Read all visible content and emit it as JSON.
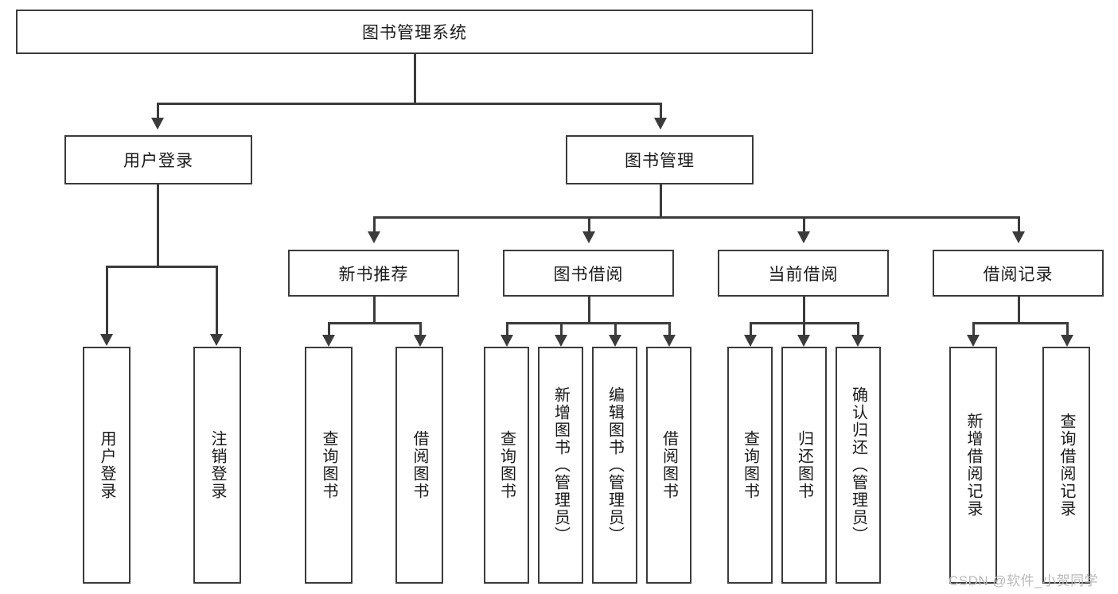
{
  "diagram": {
    "title_node": {
      "label": "图书管理系统"
    },
    "level1": [
      {
        "id": "user-login",
        "label": "用户登录"
      },
      {
        "id": "book-management",
        "label": "图书管理"
      }
    ],
    "level2": [
      {
        "id": "new-book-recommend",
        "label": "新书推荐"
      },
      {
        "id": "book-borrow",
        "label": "图书借阅"
      },
      {
        "id": "current-borrow",
        "label": "当前借阅"
      },
      {
        "id": "borrow-record",
        "label": "借阅记录"
      }
    ],
    "leaves": {
      "user_login": [
        {
          "id": "leaf-user-login",
          "label": "用户登录"
        },
        {
          "id": "leaf-logout-login",
          "label": "注销登录"
        }
      ],
      "new_book_recommend": [
        {
          "id": "leaf-query-book-1",
          "label": "查询图书"
        },
        {
          "id": "leaf-borrow-book-1",
          "label": "借阅图书"
        }
      ],
      "book_borrow": [
        {
          "id": "leaf-query-book-2",
          "label": "查询图书"
        },
        {
          "id": "leaf-add-book",
          "label": "新增图书（管理员）"
        },
        {
          "id": "leaf-edit-book",
          "label": "编辑图书（管理员）"
        },
        {
          "id": "leaf-borrow-book-2",
          "label": "借阅图书"
        }
      ],
      "current_borrow": [
        {
          "id": "leaf-query-book-3",
          "label": "查询图书"
        },
        {
          "id": "leaf-return-book",
          "label": "归还图书"
        },
        {
          "id": "leaf-confirm-return",
          "label": "确认归还（管理员）"
        }
      ],
      "borrow_record": [
        {
          "id": "leaf-add-record",
          "label": "新增借阅记录"
        },
        {
          "id": "leaf-query-record",
          "label": "查询借阅记录"
        }
      ]
    }
  },
  "watermark": {
    "text": "CSDN @软件_小贺同学"
  },
  "colors": {
    "stroke": "#3b3b3b",
    "fill": "#ffffff",
    "text": "#1a1a1a",
    "watermark": "#b9b9b9"
  }
}
